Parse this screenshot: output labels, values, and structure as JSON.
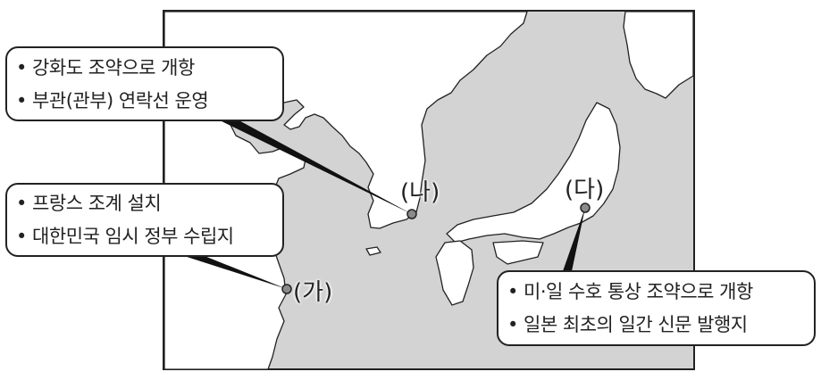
{
  "map": {
    "colors": {
      "sea": "#d3d3d3",
      "land": "#ffffff",
      "outline": "#222222",
      "marker": "#8a8a8a"
    },
    "markers": [
      {
        "id": "ga",
        "label": "(가)",
        "notes": [
          "• 프랑스 조계 설치",
          "• 대한민국 임시 정부 수립지"
        ]
      },
      {
        "id": "na",
        "label": "(나)",
        "notes": [
          "• 강화도 조약으로 개항",
          "• 부관(관부) 연락선 운영"
        ]
      },
      {
        "id": "da",
        "label": "(다)",
        "notes": [
          "• 미·일 수호 통상 조약으로 개항",
          "• 일본 최초의 일간 신문 발행지"
        ]
      }
    ]
  }
}
